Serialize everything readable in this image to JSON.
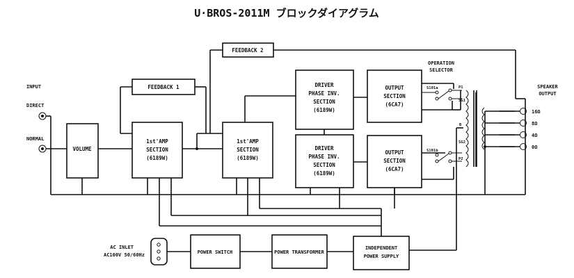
{
  "title": "U·BROS-2011M ブロックダイアグラム",
  "blocks": {
    "volume": [
      "VOLUME"
    ],
    "amp1": [
      "1st'AMP",
      "SECTION",
      "(6189W)"
    ],
    "amp2": [
      "1st'AMP",
      "SECTION",
      "(6189W)"
    ],
    "feedback1": [
      "FEEDBACK 1"
    ],
    "feedback2": [
      "FEEDBACK 2"
    ],
    "driver_top": [
      "DRIVER",
      "PHASE INV.",
      "SECTION",
      "(6189W)"
    ],
    "driver_bottom": [
      "DRIVER",
      "PHASE INV.",
      "SECTION",
      "(6189W)"
    ],
    "output_top": [
      "OUTPUT",
      "SECTION",
      "(6CA7)"
    ],
    "output_bottom": [
      "OUTPUT",
      "SECTION",
      "(6CA7)"
    ],
    "power_switch": [
      "POWER SWITCH"
    ],
    "power_transformer": [
      "POWER TRANSFORMER"
    ],
    "power_supply": [
      "INDEPENDENT",
      "POWER SUPPLY"
    ]
  },
  "labels": {
    "input": "INPUT",
    "direct": "DIRECT",
    "normal": "NORMAL",
    "ac_inlet": "AC INLET",
    "ac_voltage": "AC100V 50/60Hz",
    "operation_selector": [
      "OPERATION",
      "SELECTOR"
    ],
    "speaker_output": [
      "SPEAKER",
      "OUTPUT"
    ],
    "s101a": "S101a",
    "s101b": "S101b",
    "p1": "P1",
    "p2": "P2",
    "sg1": "SG1",
    "sg2": "SG2",
    "b": "B",
    "terminals": [
      "16Ω",
      "8Ω",
      "4Ω",
      "0Ω"
    ]
  }
}
